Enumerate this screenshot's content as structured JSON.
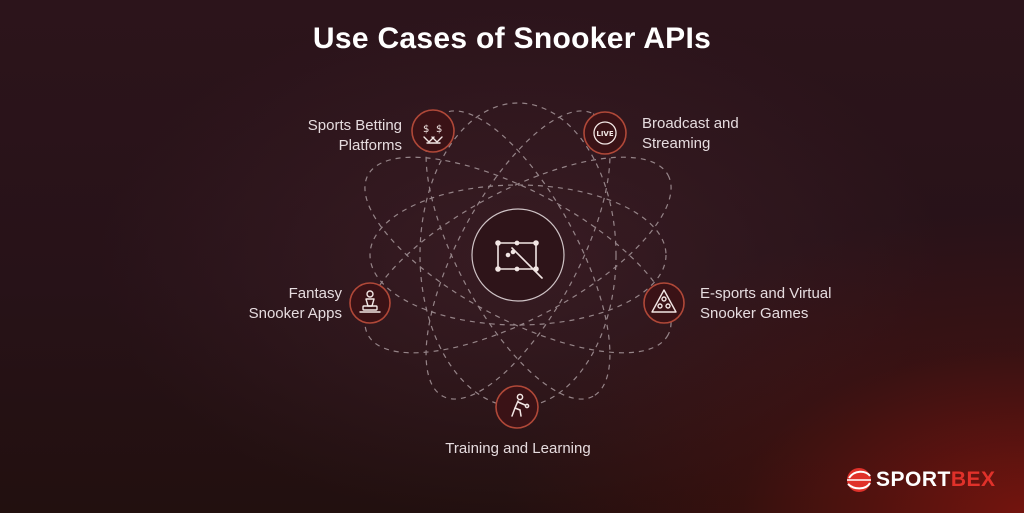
{
  "title": "Use Cases of Snooker APIs",
  "use_cases": [
    {
      "id": "betting",
      "lines": [
        "Sports Betting",
        "Platforms"
      ],
      "icon": "money-exchange-icon"
    },
    {
      "id": "broadcast",
      "lines": [
        "Broadcast and",
        "Streaming"
      ],
      "icon": "live-broadcast-icon"
    },
    {
      "id": "fantasy",
      "lines": [
        "Fantasy",
        "Snooker Apps"
      ],
      "icon": "chess-trophy-icon"
    },
    {
      "id": "esports",
      "lines": [
        "E-sports and Virtual",
        "Snooker Games"
      ],
      "icon": "ball-triangle-icon"
    },
    {
      "id": "training",
      "lines": [
        "Training and Learning"
      ],
      "icon": "player-figure-icon"
    }
  ],
  "center_icon": "snooker-table-icon",
  "brand": {
    "name": "SPORTBEX",
    "prefix": "SPORT",
    "suffix": "BEX",
    "icon": "sportbex-logo-icon"
  },
  "colors": {
    "node_fill": "#3a1216",
    "node_stroke": "#b04838",
    "icon_stroke": "#f2e6e4",
    "orbit_stroke": "#a7979b",
    "brand_accent": "#e0312a",
    "title": "#ffffff"
  }
}
